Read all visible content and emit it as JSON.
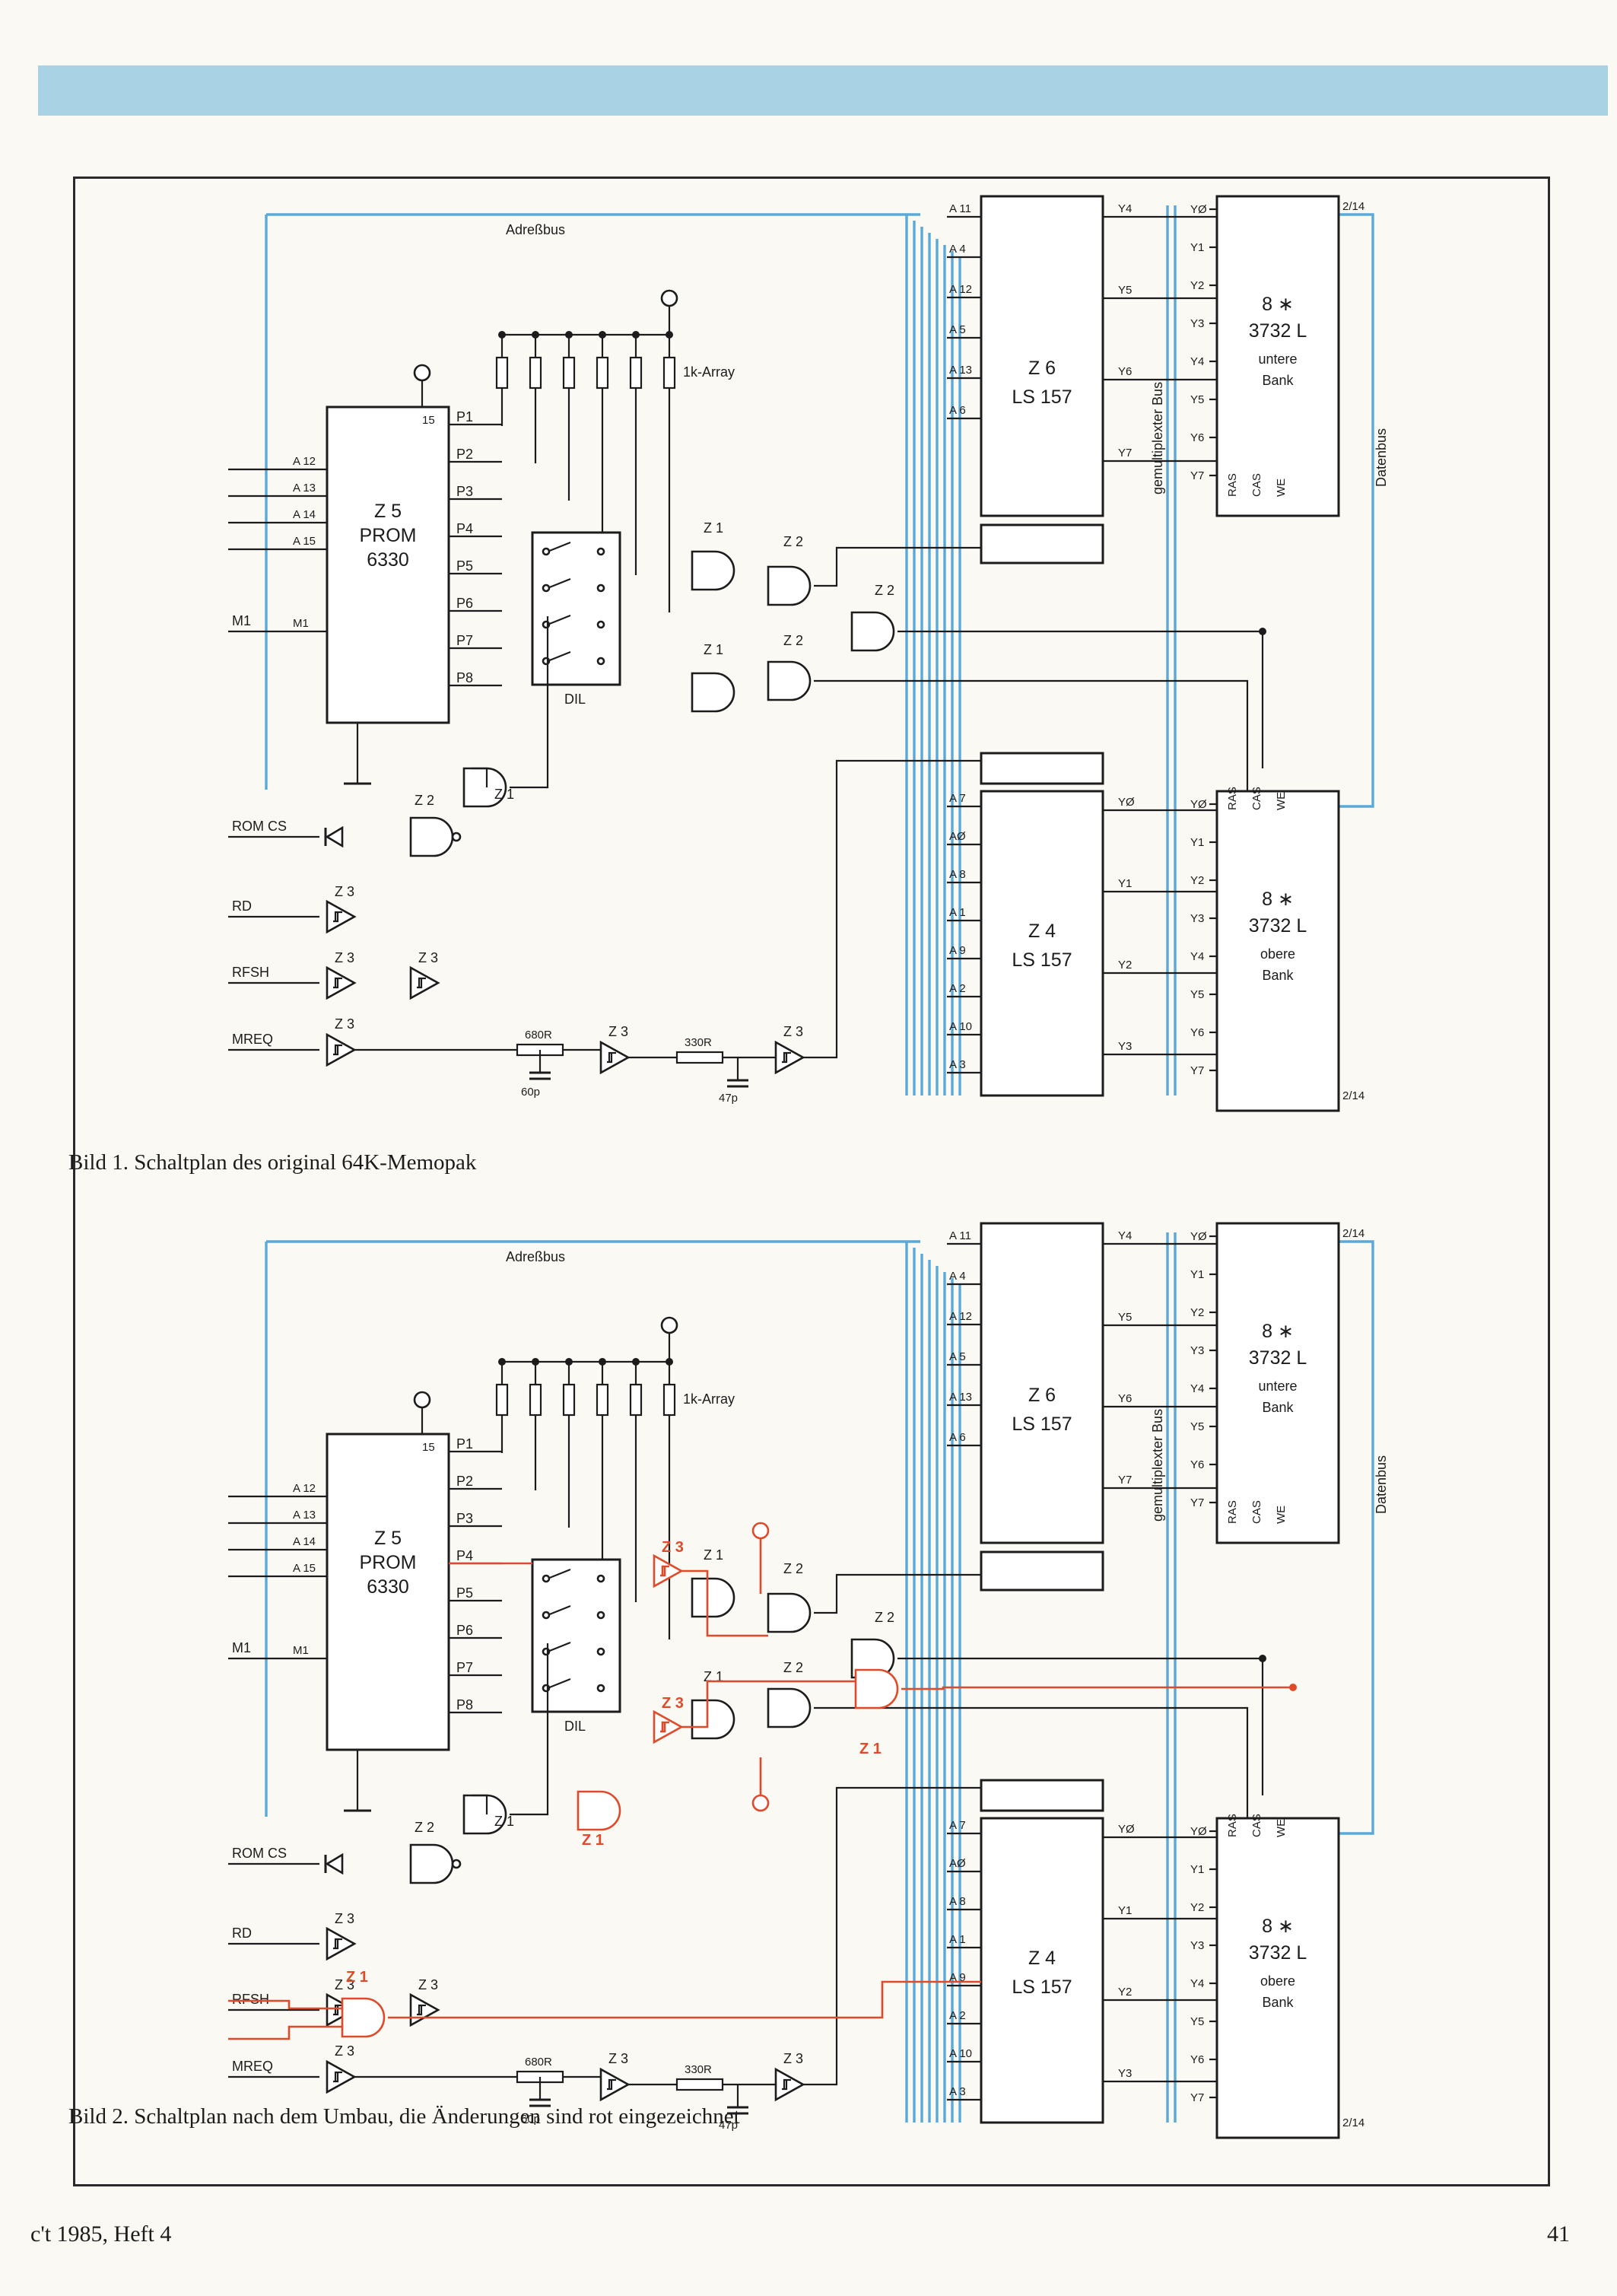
{
  "figure1": {
    "caption": "Bild 1. Schaltplan des original 64K-Memopak",
    "address_bus_label": "Adreßbus",
    "data_bus_label": "Datenbus",
    "mux_bus_label": "gemultiplexter Bus",
    "prom": {
      "ref": "Z 5",
      "type": "PROM",
      "part": "6330",
      "inputs": [
        "A 12",
        "A 13",
        "A 14",
        "A 15",
        "M1"
      ],
      "outputs": [
        "P1",
        "P2",
        "P3",
        "P4",
        "P5",
        "P6",
        "P7",
        "P8"
      ]
    },
    "resistor_array_label": "1k-Array",
    "dil_label": "DIL",
    "mux_upper": {
      "ref": "Z 6",
      "part": "LS 157",
      "inputs": [
        "A 11",
        "A 4",
        "A 12",
        "A 5",
        "A 13",
        "A 6"
      ],
      "outputs": [
        "Y4",
        "Y5",
        "Y6",
        "Y7"
      ]
    },
    "mux_lower": {
      "ref": "Z 4",
      "part": "LS 157",
      "inputs": [
        "A 7",
        "AØ",
        "A 8",
        "A 1",
        "A 9",
        "A 2",
        "A 10",
        "A 3"
      ],
      "outputs": [
        "YØ",
        "Y1",
        "Y2",
        "Y3"
      ]
    },
    "ram_upper": {
      "count": "8 ∗",
      "part": "3732 L",
      "bank_line1": "untere",
      "bank_line2": "Bank",
      "pins": [
        "YØ",
        "Y1",
        "Y2",
        "Y3",
        "Y4",
        "Y5",
        "Y6",
        "Y7"
      ],
      "controls": [
        "RAS",
        "CAS",
        "WE"
      ],
      "out": "2/14"
    },
    "ram_lower": {
      "count": "8 ∗",
      "part": "3732 L",
      "bank_line1": "obere",
      "bank_line2": "Bank",
      "pins": [
        "YØ",
        "Y1",
        "Y2",
        "Y3",
        "Y4",
        "Y5",
        "Y6",
        "Y7"
      ],
      "controls": [
        "RAS",
        "CAS",
        "WE"
      ],
      "out": "2/14"
    },
    "signals": [
      "M1",
      "ROM CS",
      "RD",
      "RFSH",
      "MREQ"
    ],
    "gates": [
      "Z 1",
      "Z 2",
      "Z 3"
    ],
    "passives": {
      "r1": "680R",
      "c1": "60p",
      "r2": "330R",
      "c2": "47p"
    }
  },
  "figure2": {
    "caption": "Bild 2. Schaltplan nach dem Umbau, die Änderungen sind rot eingezeichnet",
    "address_bus_label": "Adreßbus",
    "data_bus_label": "Datenbus",
    "mux_bus_label": "gemultiplexter Bus",
    "prom": {
      "ref": "Z 5",
      "type": "PROM",
      "part": "6330",
      "inputs": [
        "A 12",
        "A 13",
        "A 14",
        "A 15",
        "M1"
      ],
      "outputs": [
        "P1",
        "P2",
        "P3",
        "P4",
        "P5",
        "P6",
        "P7",
        "P8"
      ]
    },
    "resistor_array_label": "1k-Array",
    "dil_label": "DIL",
    "mux_upper": {
      "ref": "Z 6",
      "part": "LS 157",
      "inputs": [
        "A 11",
        "A 4",
        "A 12",
        "A 5",
        "A 13",
        "A 6"
      ],
      "outputs": [
        "Y4",
        "Y5",
        "Y6",
        "Y7"
      ]
    },
    "mux_lower": {
      "ref": "Z 4",
      "part": "LS 157",
      "inputs": [
        "A 7",
        "AØ",
        "A 8",
        "A 1",
        "A 9",
        "A 2",
        "A 10",
        "A 3"
      ],
      "outputs": [
        "YØ",
        "Y1",
        "Y2",
        "Y3"
      ]
    },
    "ram_upper": {
      "count": "8 ∗",
      "part": "3732 L",
      "bank_line1": "untere",
      "bank_line2": "Bank",
      "pins": [
        "YØ",
        "Y1",
        "Y2",
        "Y3",
        "Y4",
        "Y5",
        "Y6",
        "Y7"
      ],
      "controls": [
        "RAS",
        "CAS",
        "WE"
      ],
      "out": "2/14"
    },
    "ram_lower": {
      "count": "8 ∗",
      "part": "3732 L",
      "bank_line1": "obere",
      "bank_line2": "Bank",
      "pins": [
        "YØ",
        "Y1",
        "Y2",
        "Y3",
        "Y4",
        "Y5",
        "Y6",
        "Y7"
      ],
      "controls": [
        "RAS",
        "CAS",
        "WE"
      ],
      "out": "2/14"
    },
    "signals": [
      "M1",
      "ROM CS",
      "RD",
      "RFSH",
      "MREQ"
    ],
    "gates": [
      "Z 1",
      "Z 2",
      "Z 3"
    ],
    "passives": {
      "r1": "680R",
      "c1": "60p",
      "r2": "330R",
      "c2": "47p"
    },
    "change_color": "#e04a2a"
  },
  "footer": {
    "left": "c't 1985, Heft 4",
    "right": "41"
  },
  "colors": {
    "header_band": "#a9d3e4",
    "bus_lines": "#5aa9d8",
    "changes": "#e04a2a"
  }
}
